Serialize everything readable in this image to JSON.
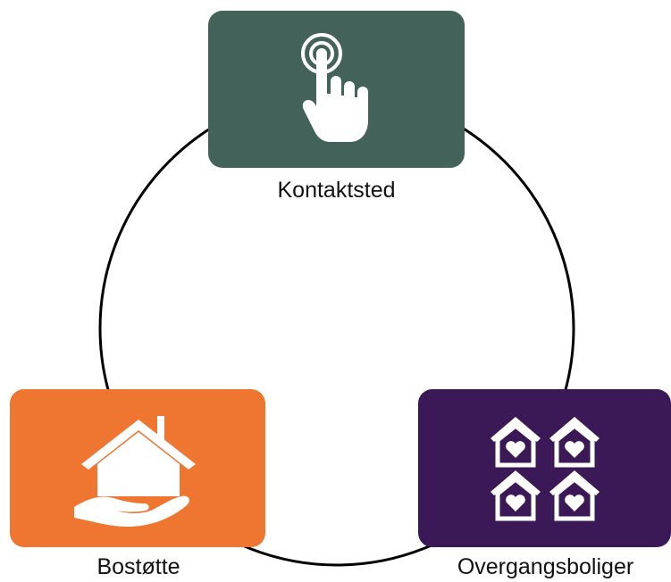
{
  "diagram": {
    "type": "cycle",
    "nodes": [
      {
        "id": "contact",
        "label": "Kontaktsted",
        "color": "#43635a",
        "icon": "touch-hand-icon"
      },
      {
        "id": "support",
        "label": "Bostøtte",
        "color": "#ee7630",
        "icon": "house-in-hand-icon"
      },
      {
        "id": "housing",
        "label": "Overgangsboliger",
        "color": "#3b1957",
        "icon": "heart-houses-icon"
      }
    ],
    "ring_color": "#000000"
  }
}
